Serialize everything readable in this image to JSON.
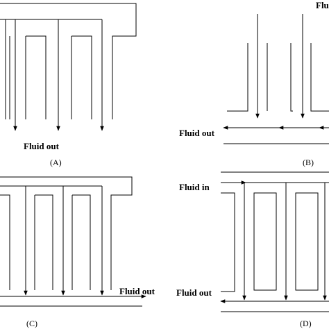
{
  "labels": {
    "fluid_out": "Fluid out",
    "fluid_in": "Fluid in",
    "fluid_partial": "Flu"
  },
  "panels": {
    "a": "(A)",
    "b": "(B)",
    "c": "(C)",
    "d": "(D)"
  }
}
